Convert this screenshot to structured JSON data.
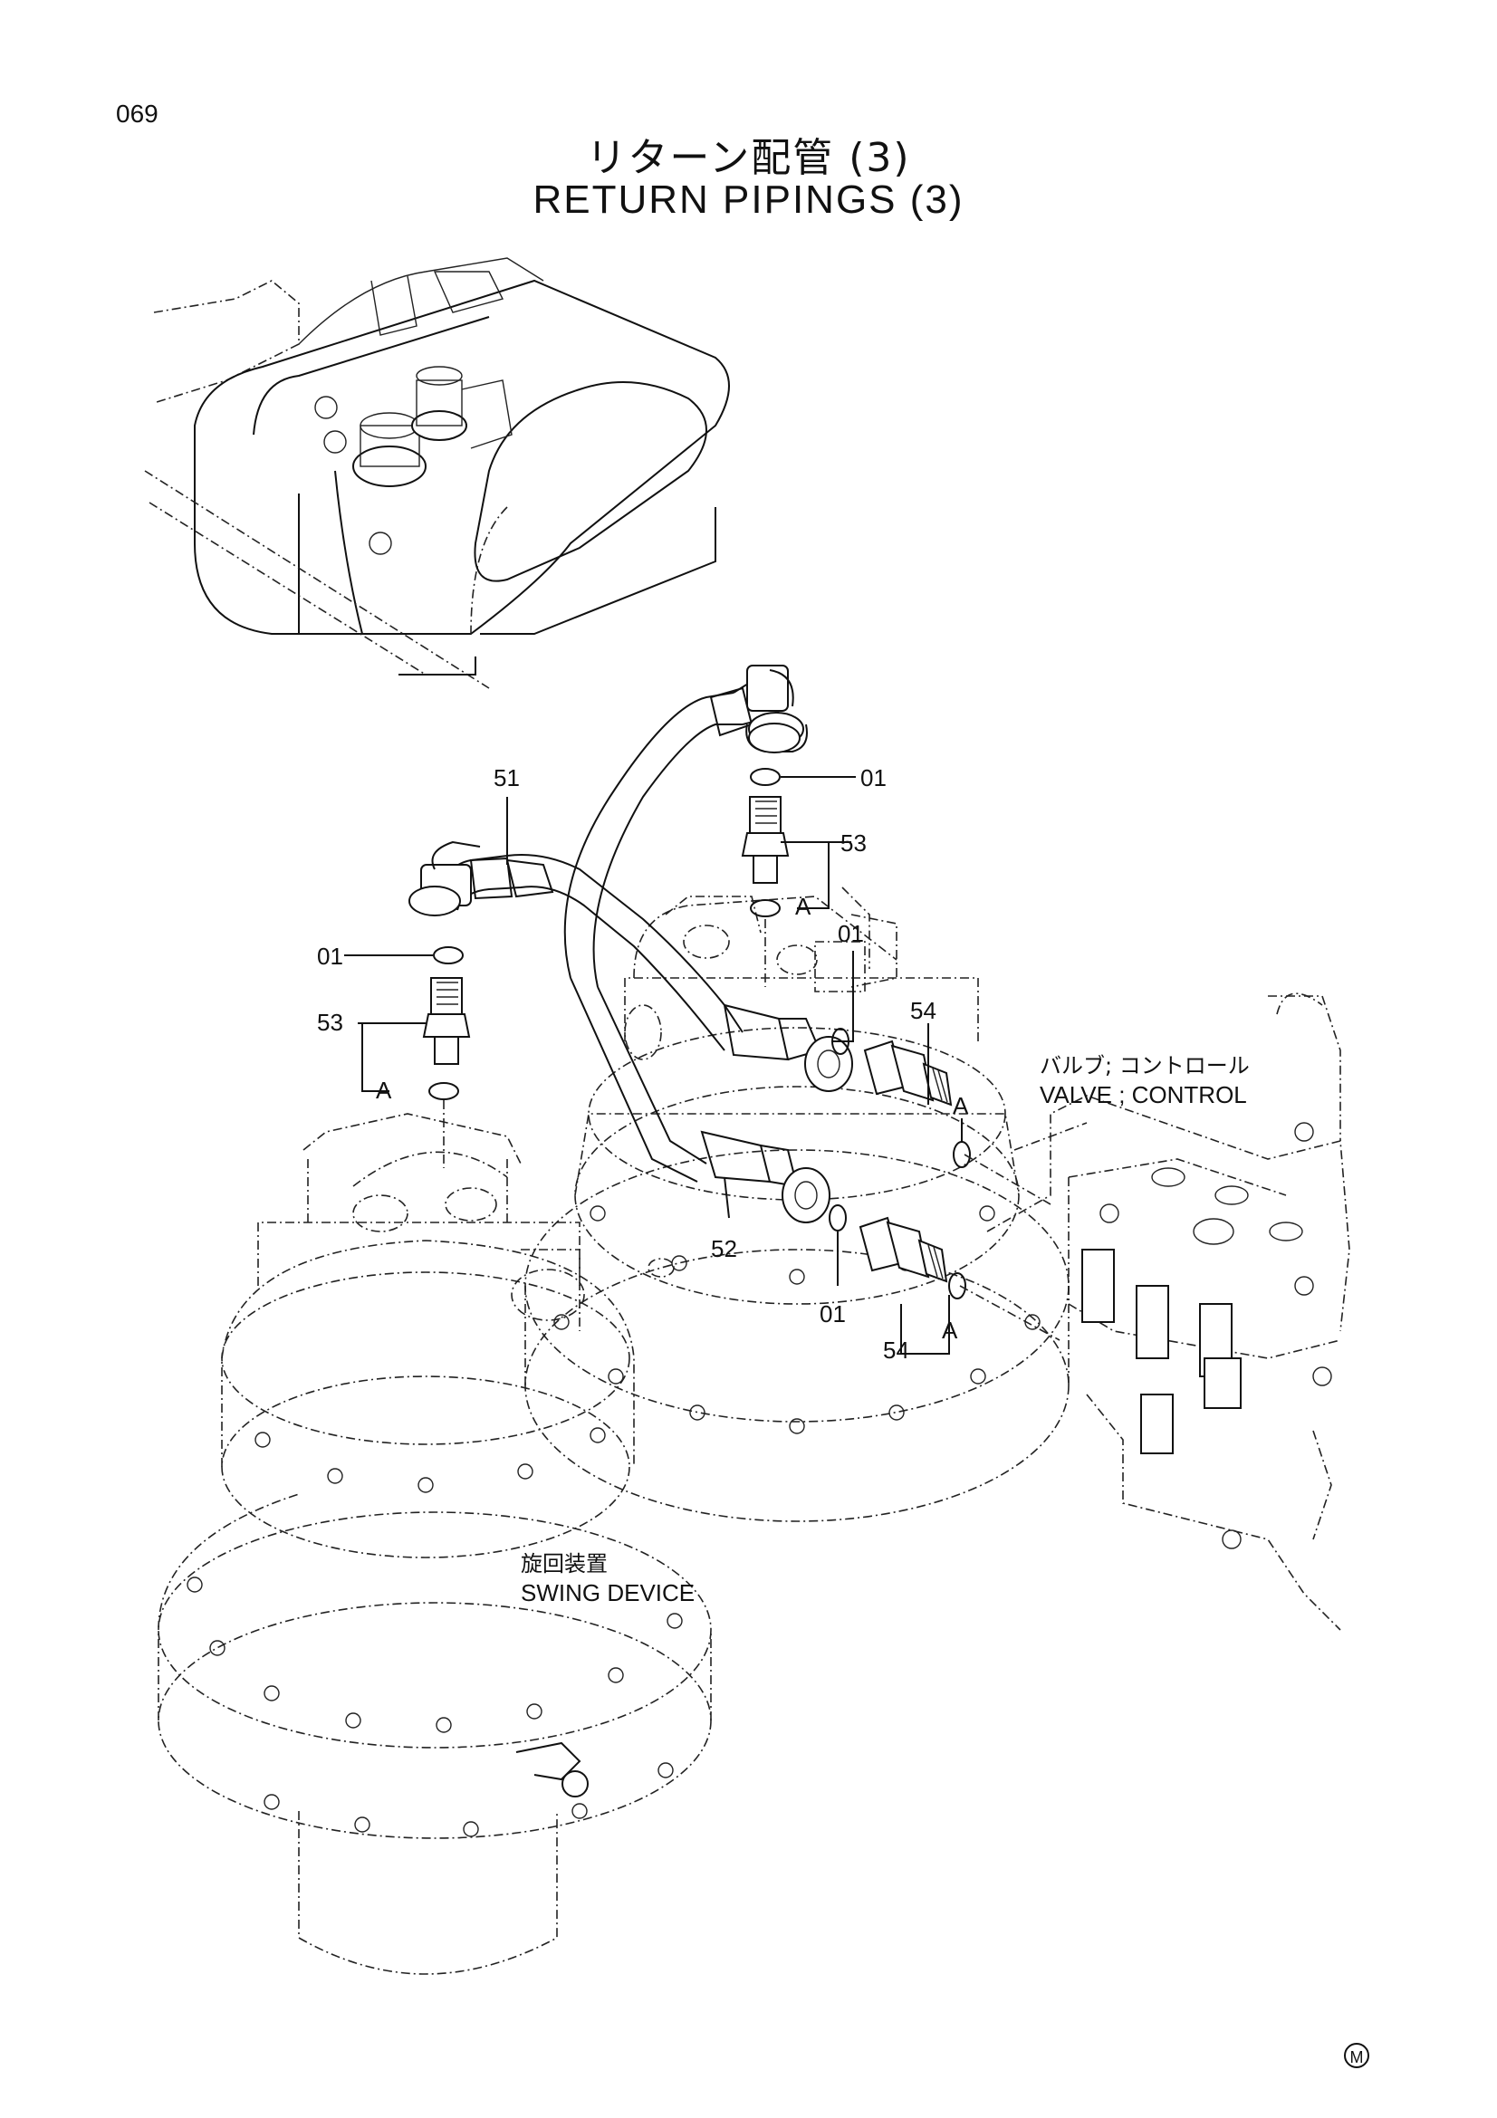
{
  "header": {
    "page_number": "069",
    "title_jp": "リターン配管 (3)",
    "title_en": "RETURN PIPINGS (3)"
  },
  "callouts": {
    "p51": "51",
    "p01_a": "01",
    "p53_a": "53",
    "pA_a": "A",
    "p01_b": "01",
    "p53_b": "53",
    "pA_b": "A",
    "p01_c": "01",
    "p54_a": "54",
    "pA_c": "A",
    "p52": "52",
    "p01_d": "01",
    "p54_b": "54",
    "pA_d": "A"
  },
  "labels": {
    "valve_jp": "バルブ; コントロール",
    "valve_en": "VALVE ; CONTROL",
    "swing_jp": "旋回装置",
    "swing_en": "SWING DEVICE"
  },
  "footer": {
    "mark": "M"
  }
}
